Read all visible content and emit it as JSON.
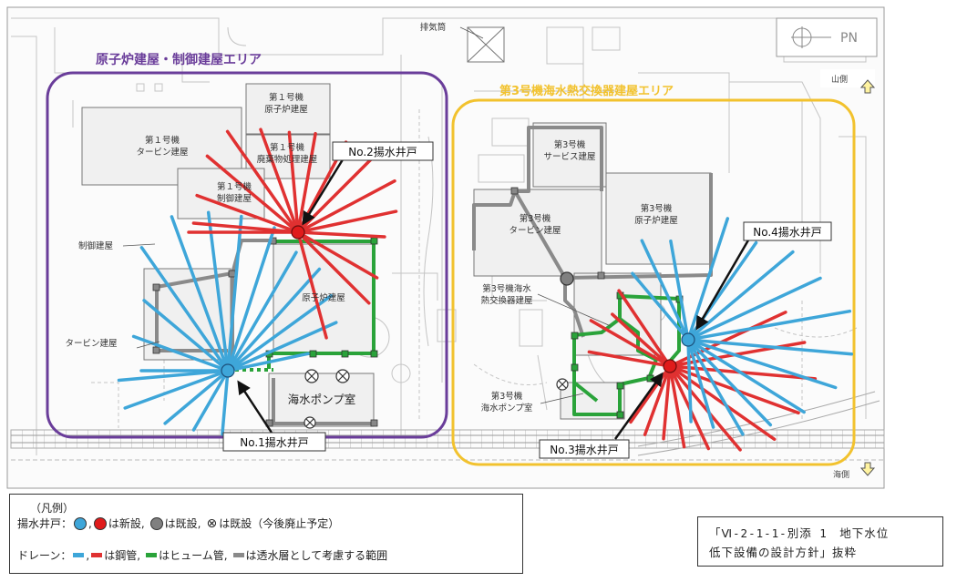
{
  "map_labels": {
    "north_label": "PN",
    "mountain_label": "山側",
    "sea_label": "海側",
    "exhaust_stack": "排気筒",
    "turbine_bldg_1": "第１号機\nタービン建屋",
    "reactor_bldg_1": "第１号機\n原子炉建屋",
    "waste_bldg_1": "第１号機\n廃棄物処理建屋",
    "control_bldg_1": "第１号機\n制御建屋",
    "control_bldg": "制御建屋",
    "reactor_bldg": "原子炉建屋",
    "turbine_bldg": "タービン建屋",
    "seawater_pump_room": "海水ポンプ室",
    "service_bldg_3": "第3号機\nサービス建屋",
    "turbine_bldg_3": "第3号機\nタービン建屋",
    "reactor_bldg_3": "第3号機\n原子炉建屋",
    "hx_bldg_3": "第3号機海水\n熱交換器建屋",
    "pump_room_3": "第3号機\n海水ポンプ室"
  },
  "areas": {
    "left": {
      "title": "原子炉建屋・制御建屋エリア",
      "color": "#6a3d9a"
    },
    "right": {
      "title": "第3号機海水熱交換器建屋エリア",
      "color": "#f2c22e"
    }
  },
  "wells": {
    "no1": "No.1揚水井戸",
    "no2": "No.2揚水井戸",
    "no3": "No.3揚水井戸",
    "no4": "No.4揚水井戸"
  },
  "legend": {
    "title": "（凡例）",
    "well_prefix": "揚水井戸：",
    "well_new": "は新設,",
    "well_existing": "は既設,",
    "well_abolish": "は既設（今後廃止予定）",
    "drain_prefix": "ドレーン：",
    "drain_steel": "は鋼管,",
    "drain_hume": "はヒューム管,",
    "drain_permeable": "は透水層として考慮する範囲"
  },
  "colors": {
    "drain_blue": "#3ea6d9",
    "drain_red": "#e03131",
    "hume_green": "#2aa33a",
    "permeable_gray": "#8a8a8a",
    "well_blue": "#3ea6d9",
    "well_red": "#e01b1b",
    "well_gray": "#808080"
  },
  "source_note": {
    "line1": "「Ⅵ-2-1-1-別添 1　地下水位",
    "line2": "低下設備の設計方針」抜粋"
  }
}
